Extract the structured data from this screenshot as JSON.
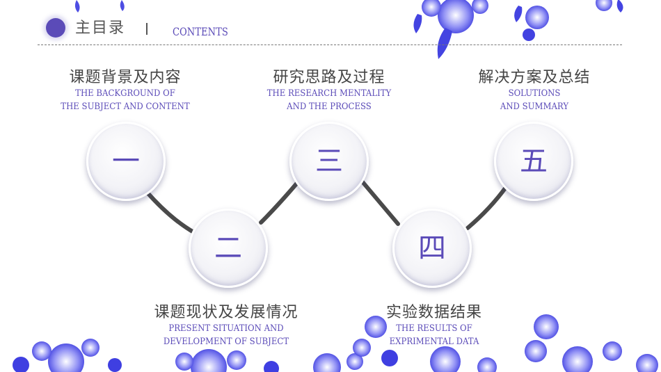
{
  "header": {
    "title": "主目录",
    "subtitle": "CONTENTS"
  },
  "sections": [
    {
      "numeral": "一",
      "title": "课题背景及内容",
      "en_line1": "THE BACKGROUND OF",
      "en_line2": "THE SUBJECT AND CONTENT"
    },
    {
      "numeral": "二",
      "title": "课题现状及发展情况",
      "en_line1": "PRESENT SITUATION AND",
      "en_line2": "DEVELOPMENT OF SUBJECT"
    },
    {
      "numeral": "三",
      "title": "研究思路及过程",
      "en_line1": "THE RESEARCH MENTALITY",
      "en_line2": "AND THE PROCESS"
    },
    {
      "numeral": "四",
      "title": "实验数据结果",
      "en_line1": "THE RESULTS OF",
      "en_line2": "EXPRIMENTAL DATA"
    },
    {
      "numeral": "五",
      "title": "解决方案及总结",
      "en_line1": "SOLUTIONS",
      "en_line2": "AND SUMMARY"
    }
  ],
  "colors": {
    "accent": "#5b4bb8",
    "porcelain_blue": "#2f2ee0",
    "connector": "#4a4a4a"
  }
}
